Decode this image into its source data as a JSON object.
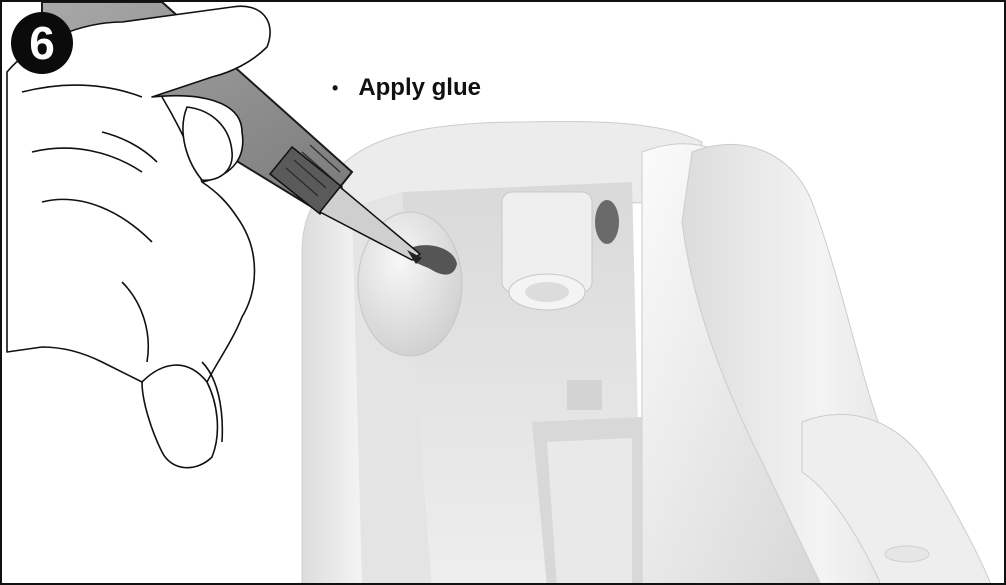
{
  "step": {
    "number": "6"
  },
  "instruction": {
    "bullet": "•",
    "text": "Apply glue"
  },
  "illustration": {
    "subject": "figure-shoulder-assembly",
    "tool": "glue-applicator-icon",
    "hand": "hand-icon"
  },
  "colors": {
    "frame": "#111111",
    "badge_bg": "#0b0b0b",
    "badge_text": "#ffffff",
    "figure_light": "#f2f2f2",
    "figure_shadow": "#c9c9c9",
    "tube": "#8c8c8c",
    "glue": "#555555"
  }
}
